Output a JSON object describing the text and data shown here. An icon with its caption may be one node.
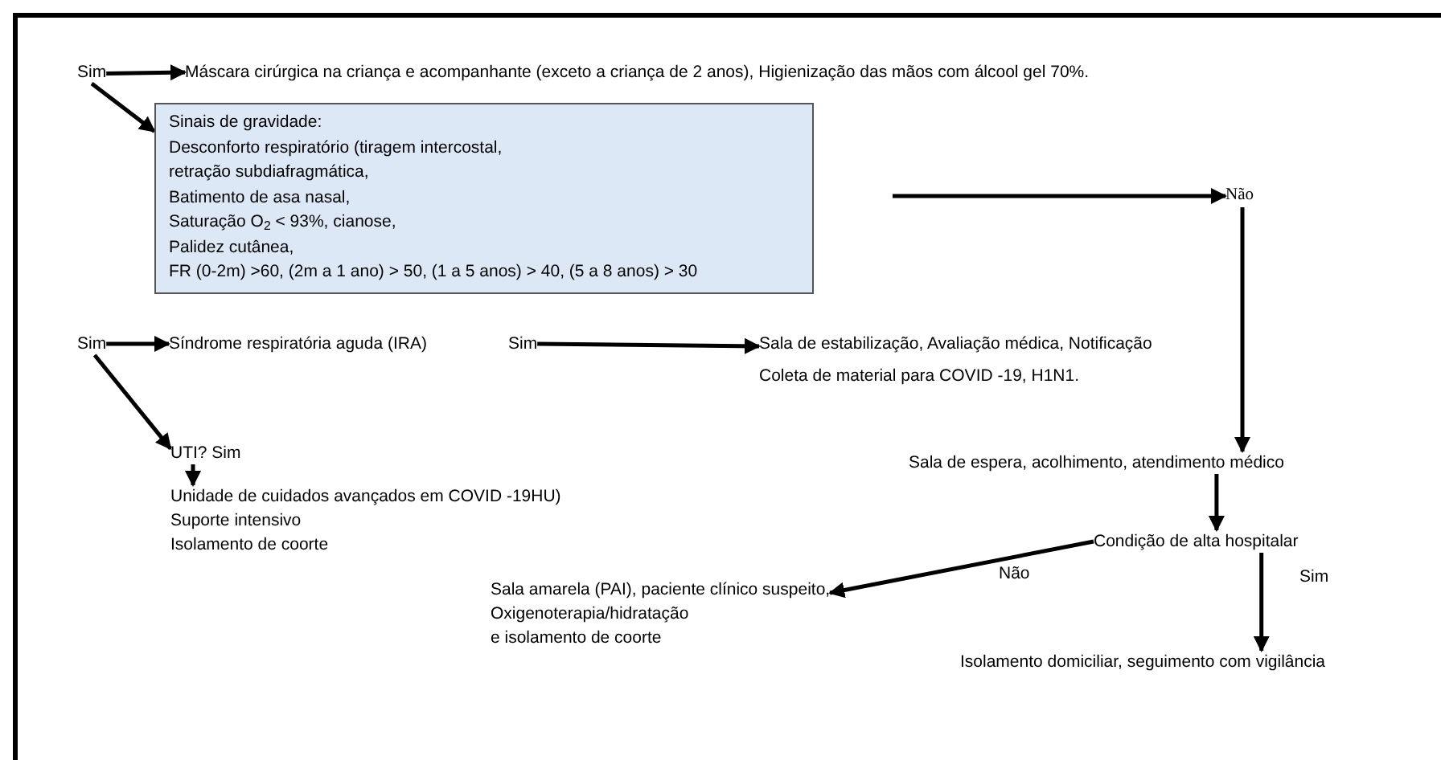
{
  "diagram": {
    "nodes": [
      {
        "text": [
          "Sim"
        ]
      },
      {
        "text": [
          "Máscara cirúrgica na criança e acompanhante (exceto a criança de 2 anos), Higienização das mãos com álcool gel 70%."
        ]
      },
      {
        "text": [
          "Sinais de gravidade:",
          "Desconforto respiratório (tiragem intercostal,",
          "retração subdiafragmática,",
          "Batimento de asa nasal,",
          "Saturação O$_{2}$ < 93%, cianose,",
          "Palidez cutânea,",
          "FR (0-2m) >60, (2m a 1 ano) > 50, (1 a 5 anos) > 40, (5 a 8 anos) > 30"
        ]
      },
      {
        "text": [
          "Não"
        ]
      },
      {
        "text": [
          "Sim"
        ]
      },
      {
        "text": [
          "Síndrome respiratória aguda (IRA)"
        ]
      },
      {
        "text": [
          "Sim"
        ]
      },
      {
        "text": [
          "Sala de estabilização, Avaliação médica, Notificação",
          "Coleta de material para COVID -19, H1N1."
        ]
      },
      {
        "text": [
          "UTI? Sim"
        ]
      },
      {
        "text": [
          "Unidade de cuidados avançados em COVID -19HU)",
          "Suporte intensivo",
          "Isolamento de coorte"
        ]
      },
      {
        "text": [
          "Sala de espera, acolhimento, atendimento médico"
        ]
      },
      {
        "text": [
          "Condição de alta hospitalar"
        ]
      },
      {
        "text": [
          "Sala amarela (PAI), paciente clínico suspeito,",
          "Oxigenoterapia/hidratação",
          "e isolamento de coorte"
        ]
      },
      {
        "text": [
          "Isolamento domiciliar,  seguimento com vigilância"
        ]
      }
    ],
    "edges": [
      {
        "from": 0,
        "to": 1,
        "arrow": "to"
      },
      {
        "from": 0,
        "to": 2,
        "arrow": "to"
      },
      {
        "from": null,
        "to": 3,
        "arrow": "to"
      },
      {
        "from": 3,
        "to": 10,
        "arrow": "to"
      },
      {
        "from": 4,
        "to": 5,
        "arrow": "to"
      },
      {
        "from": 6,
        "to": 7,
        "arrow": "to"
      },
      {
        "from": 4,
        "to": 8,
        "arrow": "to"
      },
      {
        "from": 8,
        "to": 9,
        "arrow": "to"
      },
      {
        "from": 10,
        "to": 11,
        "arrow": "to"
      },
      {
        "from": 11,
        "to": 12,
        "arrow": "to",
        "label": "Não"
      },
      {
        "from": 11,
        "to": 13,
        "arrow": "to",
        "label": "Sim"
      }
    ]
  }
}
